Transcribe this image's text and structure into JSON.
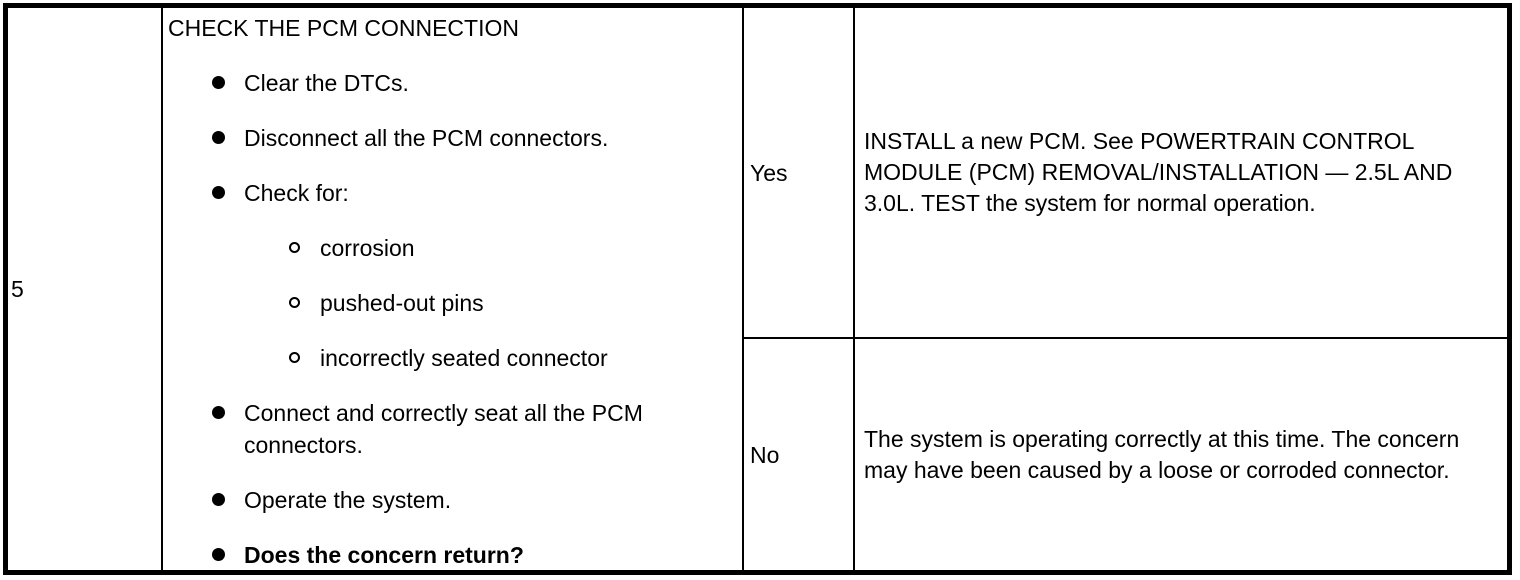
{
  "table": {
    "step_number": "5",
    "action": {
      "title": "CHECK THE PCM CONNECTION",
      "items": [
        {
          "level": 1,
          "bold": false,
          "text": "Clear the DTCs."
        },
        {
          "level": 1,
          "bold": false,
          "text": "Disconnect all the PCM connectors."
        },
        {
          "level": 1,
          "bold": false,
          "text": "Check for:"
        },
        {
          "level": 2,
          "bold": false,
          "text": "corrosion"
        },
        {
          "level": 2,
          "bold": false,
          "text": "pushed-out pins"
        },
        {
          "level": 2,
          "bold": false,
          "text": "incorrectly seated connector"
        },
        {
          "level": 1,
          "bold": false,
          "text": "Connect and correctly seat all the PCM connectors."
        },
        {
          "level": 1,
          "bold": false,
          "text": "Operate the system."
        },
        {
          "level": 1,
          "bold": true,
          "text": "Does the concern return?"
        }
      ]
    },
    "outcomes": [
      {
        "answer": "Yes",
        "result": "INSTALL a new PCM. See POWERTRAIN CONTROL MODULE (PCM) REMOVAL/INSTALLATION — 2.5L AND 3.0L. TEST the system for normal operation."
      },
      {
        "answer": "No",
        "result": "The system is operating correctly at this time. The concern may have been caused by a loose or corroded connector."
      }
    ],
    "colors": {
      "border": "#000000",
      "background": "#ffffff",
      "text": "#000000"
    }
  }
}
